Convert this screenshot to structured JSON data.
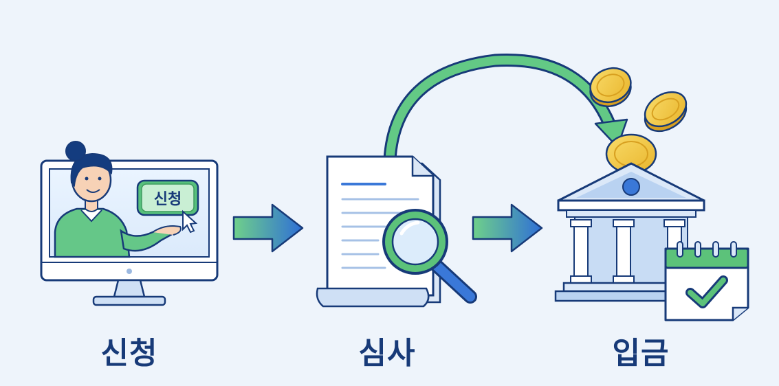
{
  "steps": [
    {
      "label": "신청",
      "button_text": "신청"
    },
    {
      "label": "심사"
    },
    {
      "label": "입금"
    }
  ],
  "icons": [
    "monitor-icon",
    "person-icon",
    "cursor-icon",
    "document-icon",
    "magnifier-icon",
    "bank-icon",
    "coin-icon",
    "calendar-check-icon",
    "arrow-right-icon",
    "curved-arrow-icon"
  ],
  "colors": {
    "background": "#eef4fb",
    "navy": "#173a78",
    "green": "#5cc27a",
    "blue": "#3a78d8",
    "gold": "#f2c53d"
  }
}
